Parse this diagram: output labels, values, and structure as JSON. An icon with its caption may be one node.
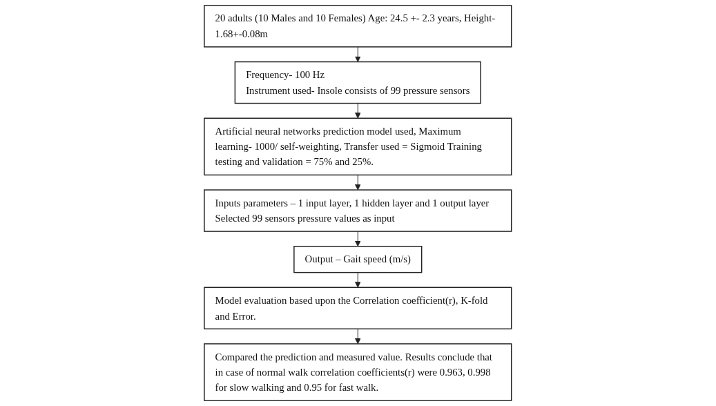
{
  "diagram": {
    "nodes": [
      {
        "text": [
          "20 adults (10 Males and 10 Females) Age: 24.5 +- 2.3 years, Height- 1.68+-0.08m"
        ]
      },
      {
        "text": [
          "Frequency- 100 Hz",
          "Instrument used- Insole consists of 99 pressure sensors"
        ]
      },
      {
        "text": [
          "Artificial neural networks prediction model used, Maximum learning- 1000/ self-weighting, Transfer used = Sigmoid Training testing and validation = 75% and 25%."
        ]
      },
      {
        "text": [
          "Inputs parameters – 1 input layer, 1 hidden layer and 1 output layer Selected 99 sensors pressure values as input"
        ]
      },
      {
        "text": [
          "Output – Gait speed (m/s)"
        ]
      },
      {
        "text": [
          "Model evaluation based upon the Correlation coefficient(r), K-fold and Error."
        ]
      },
      {
        "text": [
          "Compared the prediction and measured value. Results conclude that in case of normal walk correlation coefficients(r) were 0.963, 0.998 for slow walking and 0.95 for fast walk."
        ]
      }
    ],
    "edges": [
      {
        "from": 0,
        "to": 1,
        "arrow": "to"
      },
      {
        "from": 1,
        "to": 2,
        "arrow": "to"
      },
      {
        "from": 2,
        "to": 3,
        "arrow": "to"
      },
      {
        "from": 3,
        "to": 4,
        "arrow": "to"
      },
      {
        "from": 4,
        "to": 5,
        "arrow": "to"
      },
      {
        "from": 5,
        "to": 6,
        "arrow": "to"
      }
    ]
  }
}
